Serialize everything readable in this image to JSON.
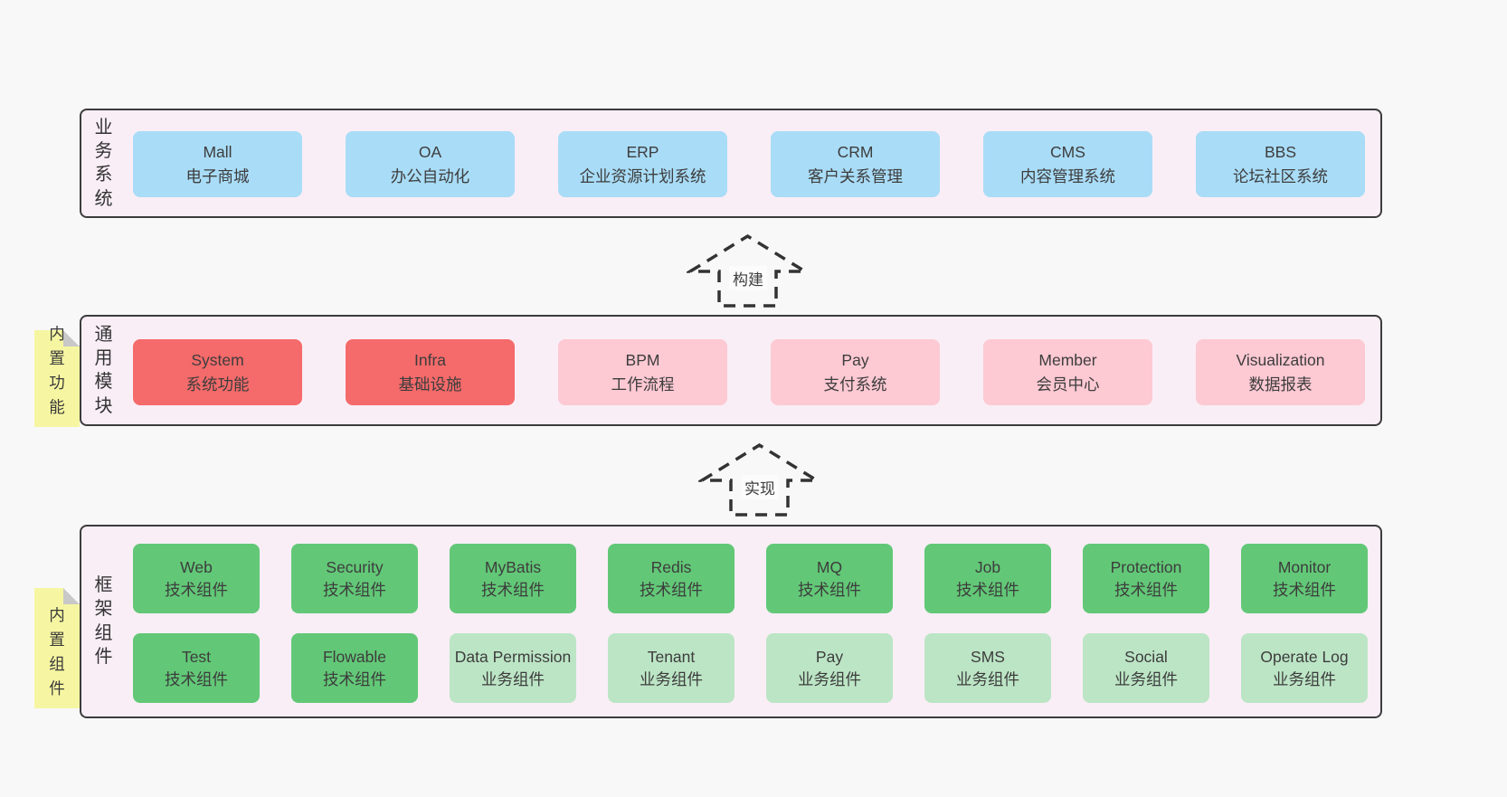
{
  "diagram_title": "framework-architecture-diagram",
  "colors": {
    "page_bg": "#f8f8f8",
    "container_bg": "#f9eef6",
    "container_border": "#3c3c3c",
    "business_box": "#a9dcf7",
    "core_module_box": "#f56a6a",
    "optional_module_box": "#fdc9d3",
    "tech_component_box": "#62c877",
    "biz_component_box": "#bce5c5",
    "sticky_note": "#f6f6a2",
    "text": "#3d3d3d"
  },
  "layers": {
    "business": {
      "label": "业务系统",
      "boxes": [
        {
          "en": "Mall",
          "zh": "电子商城"
        },
        {
          "en": "OA",
          "zh": "办公自动化"
        },
        {
          "en": "ERP",
          "zh": "企业资源计划系统"
        },
        {
          "en": "CRM",
          "zh": "客户关系管理"
        },
        {
          "en": "CMS",
          "zh": "内容管理系统"
        },
        {
          "en": "BBS",
          "zh": "论坛社区系统"
        }
      ]
    },
    "modules": {
      "label": "通用模块",
      "sticky": "内置功能",
      "boxes": [
        {
          "en": "System",
          "zh": "系统功能"
        },
        {
          "en": "Infra",
          "zh": "基础设施"
        },
        {
          "en": "BPM",
          "zh": "工作流程"
        },
        {
          "en": "Pay",
          "zh": "支付系统"
        },
        {
          "en": "Member",
          "zh": "会员中心"
        },
        {
          "en": "Visualization",
          "zh": "数据报表"
        }
      ]
    },
    "framework": {
      "label": "框架组件",
      "sticky": "内置组件",
      "row1": [
        {
          "en": "Web",
          "zh": "技术组件"
        },
        {
          "en": "Security",
          "zh": "技术组件"
        },
        {
          "en": "MyBatis",
          "zh": "技术组件"
        },
        {
          "en": "Redis",
          "zh": "技术组件"
        },
        {
          "en": "MQ",
          "zh": "技术组件"
        },
        {
          "en": "Job",
          "zh": "技术组件"
        },
        {
          "en": "Protection",
          "zh": "技术组件"
        },
        {
          "en": "Monitor",
          "zh": "技术组件"
        }
      ],
      "row2": [
        {
          "en": "Test",
          "zh": "技术组件"
        },
        {
          "en": "Flowable",
          "zh": "技术组件"
        },
        {
          "en": "Data Permission",
          "zh": "业务组件"
        },
        {
          "en": "Tenant",
          "zh": "业务组件"
        },
        {
          "en": "Pay",
          "zh": "业务组件"
        },
        {
          "en": "SMS",
          "zh": "业务组件"
        },
        {
          "en": "Social",
          "zh": "业务组件"
        },
        {
          "en": "Operate Log",
          "zh": "业务组件"
        }
      ]
    }
  },
  "arrows": {
    "build": "构建",
    "implement": "实现"
  }
}
